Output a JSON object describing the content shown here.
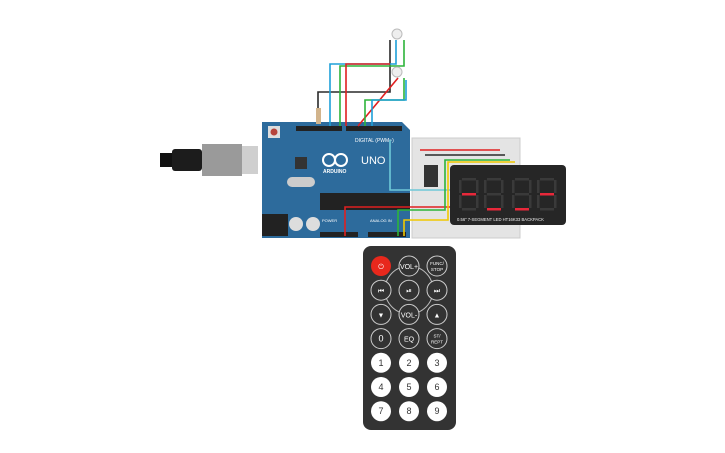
{
  "arduino": {
    "brand": "ARDUINO",
    "model": "UNO",
    "digital_label": "DIGITAL (PWM~)",
    "power_label": "POWER",
    "analog_label": "ANALOG IN"
  },
  "display": {
    "label": "0.56\" 7-SEGMENT LED HT16K33 BACKPACK",
    "lit_segments": [
      [
        "g"
      ],
      [
        "d"
      ],
      [
        "d"
      ],
      [
        "g"
      ]
    ],
    "segment_color": "#e8283a"
  },
  "remote": {
    "buttons": [
      {
        "label": "⏻",
        "name": "power"
      },
      {
        "label": "VOL+",
        "name": "vol-up"
      },
      {
        "label": "FUNC/ STOP",
        "name": "func-stop"
      },
      {
        "label": "⏮",
        "name": "prev"
      },
      {
        "label": "⏯",
        "name": "play-pause"
      },
      {
        "label": "⏭",
        "name": "next"
      },
      {
        "label": "▼",
        "name": "down"
      },
      {
        "label": "VOL-",
        "name": "vol-down"
      },
      {
        "label": "▲",
        "name": "up"
      },
      {
        "label": "0",
        "name": "0"
      },
      {
        "label": "EQ",
        "name": "eq"
      },
      {
        "label": "ST/ REPT",
        "name": "st-rept"
      },
      {
        "label": "1",
        "name": "1"
      },
      {
        "label": "2",
        "name": "2"
      },
      {
        "label": "3",
        "name": "3"
      },
      {
        "label": "4",
        "name": "4"
      },
      {
        "label": "5",
        "name": "5"
      },
      {
        "label": "6",
        "name": "6"
      },
      {
        "label": "7",
        "name": "7"
      },
      {
        "label": "8",
        "name": "8"
      },
      {
        "label": "9",
        "name": "9"
      }
    ]
  },
  "colors": {
    "board": "#2d6b9c",
    "wire_red": "#e02020",
    "wire_black": "#2a2a2a",
    "wire_green": "#2db43a",
    "wire_blue": "#1ea0d8",
    "wire_yellow": "#f0c800"
  }
}
